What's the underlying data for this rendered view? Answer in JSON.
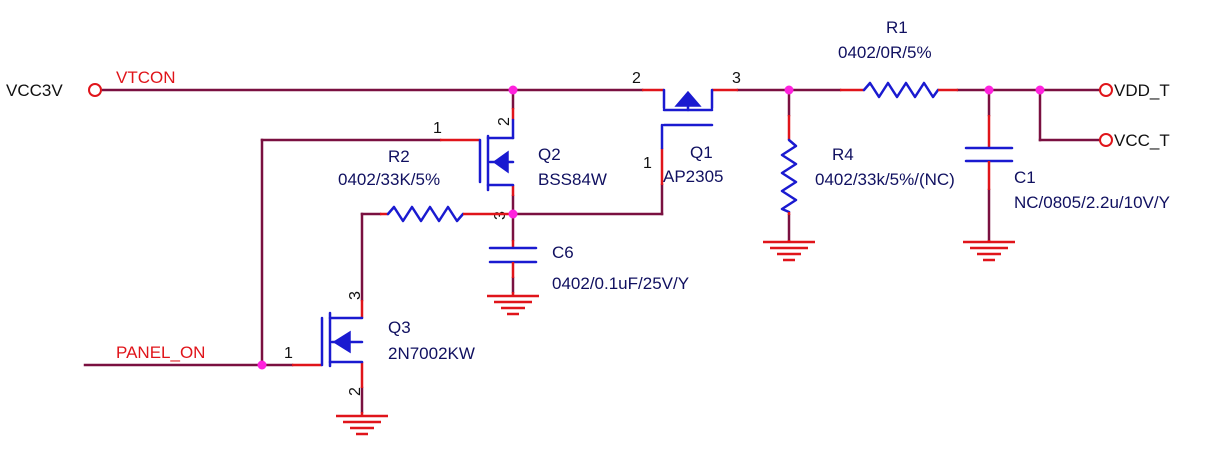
{
  "ports": {
    "vcc3v": "VCC3V",
    "vdd_t": "VDD_T",
    "vcc_t": "VCC_T"
  },
  "nets": {
    "vtcon": "VTCON",
    "panel_on": "PANEL_ON"
  },
  "components": {
    "r1": {
      "ref": "R1",
      "value": "0402/0R/5%"
    },
    "r2": {
      "ref": "R2",
      "value": "0402/33K/5%"
    },
    "r4": {
      "ref": "R4",
      "value": "0402/33k/5%/(NC)"
    },
    "c1": {
      "ref": "C1",
      "value": "NC/0805/2.2u/10V/Y"
    },
    "c6": {
      "ref": "C6",
      "value": "0402/0.1uF/25V/Y"
    },
    "q1": {
      "ref": "Q1",
      "value": "AP2305",
      "pin_g": "1",
      "pin_s": "2",
      "pin_d": "3"
    },
    "q2": {
      "ref": "Q2",
      "value": "BSS84W",
      "pin_g": "1",
      "pin_s": "2",
      "pin_d": "3"
    },
    "q3": {
      "ref": "Q3",
      "value": "2N7002KW",
      "pin_g": "1",
      "pin_d": "3",
      "pin_s": "2"
    }
  },
  "colors": {
    "wire": "#7a1040",
    "pin": "#e0141a",
    "symbol": "#1a1ad0",
    "junction": "#ff22dd"
  }
}
